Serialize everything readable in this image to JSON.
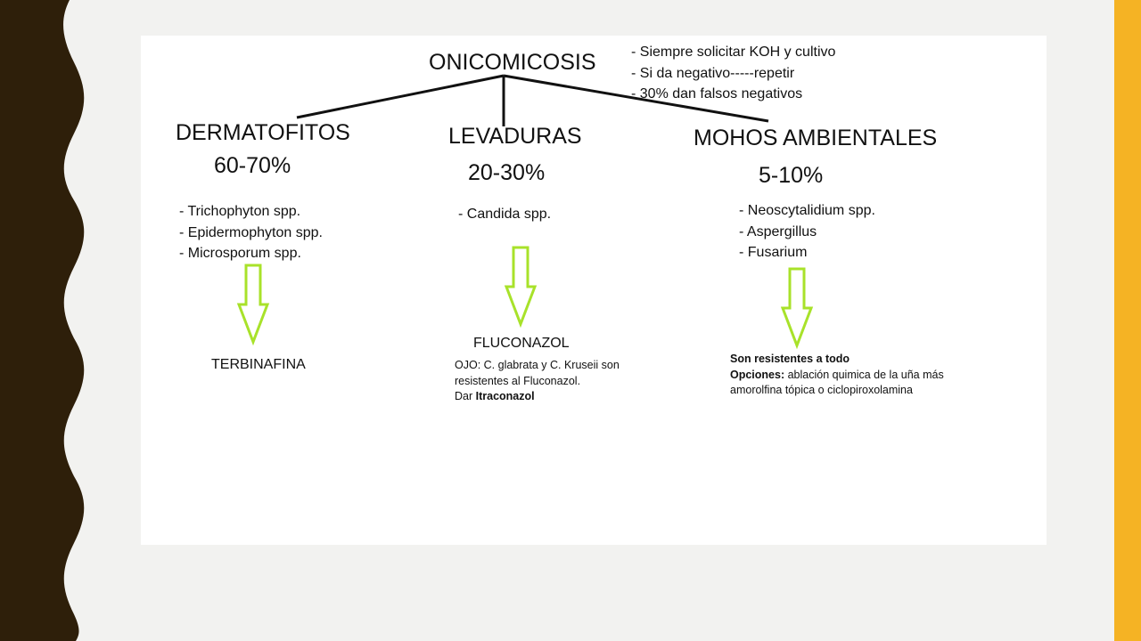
{
  "title": "ONICOMICOSIS",
  "notes": [
    "- Siempre solicitar KOH y cultivo",
    "- Si da negativo-----repetir",
    "- 30% dan falsos negativos"
  ],
  "categories": [
    {
      "name": "DERMATOFITOS",
      "percent": "60-70%",
      "items": [
        "- Trichophyton spp.",
        "- Epidermophyton spp.",
        "- Microsporum spp."
      ],
      "treatment": "TERBINAFINA"
    },
    {
      "name": "LEVADURAS",
      "percent": "20-30%",
      "items": [
        "- Candida spp."
      ],
      "treatment": "FLUCONAZOL",
      "detail": {
        "line1": "OJO: C. glabrata y C. Kruseii son",
        "line2": "resistentes al Fluconazol.",
        "line3_prefix": "Dar ",
        "line3_bold": "Itraconazol"
      }
    },
    {
      "name": "MOHOS AMBIENTALES",
      "percent": "5-10%",
      "items": [
        "- Neoscytalidium spp.",
        "- Aspergillus",
        "- Fusarium"
      ],
      "detail": {
        "line1_bold": "Son resistentes a todo",
        "line2_bold": "Opciones:",
        "line2_rest": " ablación quimica de la uña más",
        "line3": "amorolfina tópica o ciclopiroxolamina"
      }
    }
  ],
  "colors": {
    "left_band": "#2e1f0a",
    "right_band": "#f5b324",
    "arrow": "#a8e22a",
    "lines": "#111111"
  }
}
